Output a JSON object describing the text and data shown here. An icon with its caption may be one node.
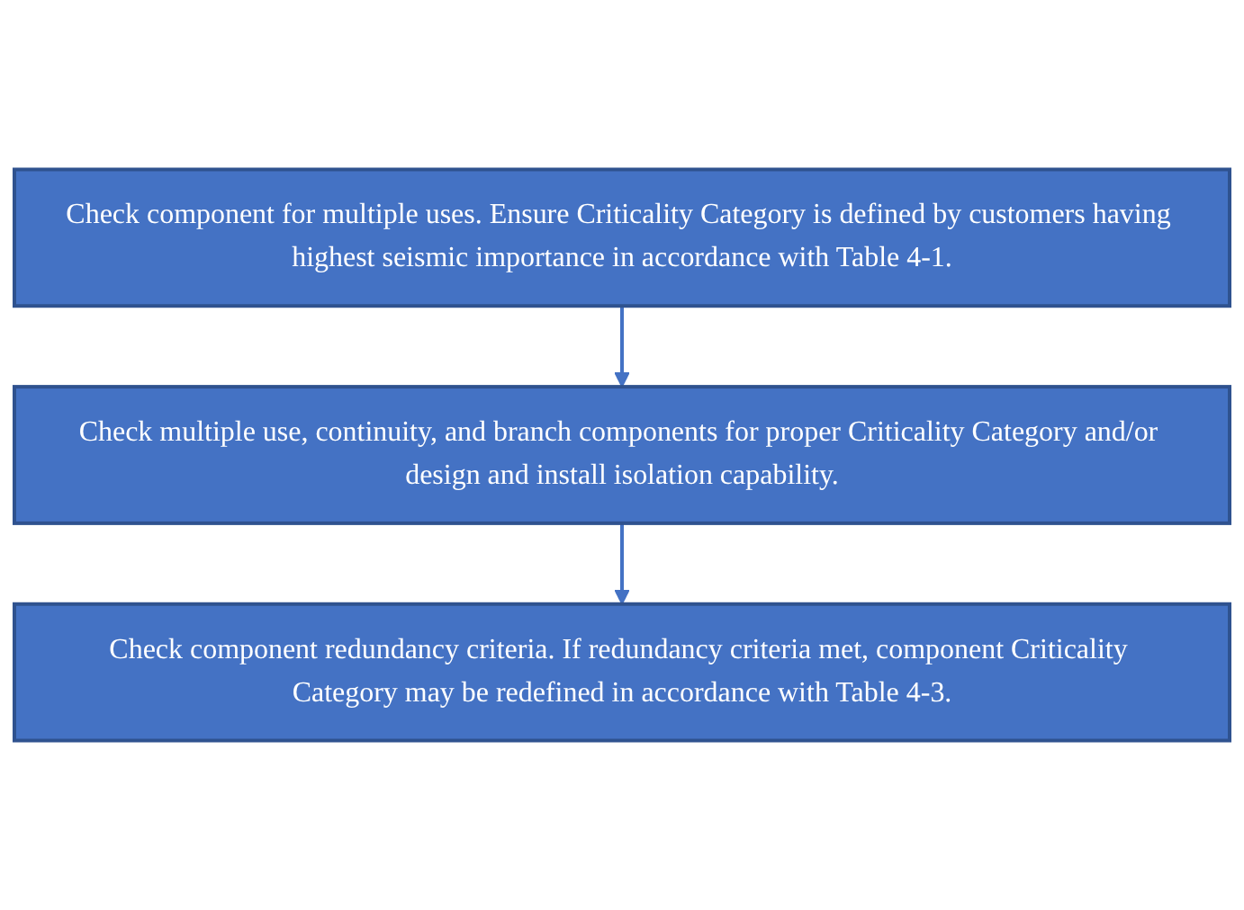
{
  "diagram": {
    "nodes": [
      {
        "text": [
          "Check component for multiple uses. Ensure Criticality Category is defined by customers having highest seismic importance in accordance with Table 4-1."
        ]
      },
      {
        "text": [
          "Check multiple use, continuity, and branch components for proper Criticality Category and/or design and install isolation capability."
        ]
      },
      {
        "text": [
          "Check component redundancy criteria. If redundancy criteria met, component Criticality Category may be redefined in accordance with Table 4-3."
        ]
      }
    ],
    "edges": [
      {
        "from": 0,
        "to": 1,
        "arrow": "to"
      },
      {
        "from": 1,
        "to": 2,
        "arrow": "to"
      }
    ]
  }
}
